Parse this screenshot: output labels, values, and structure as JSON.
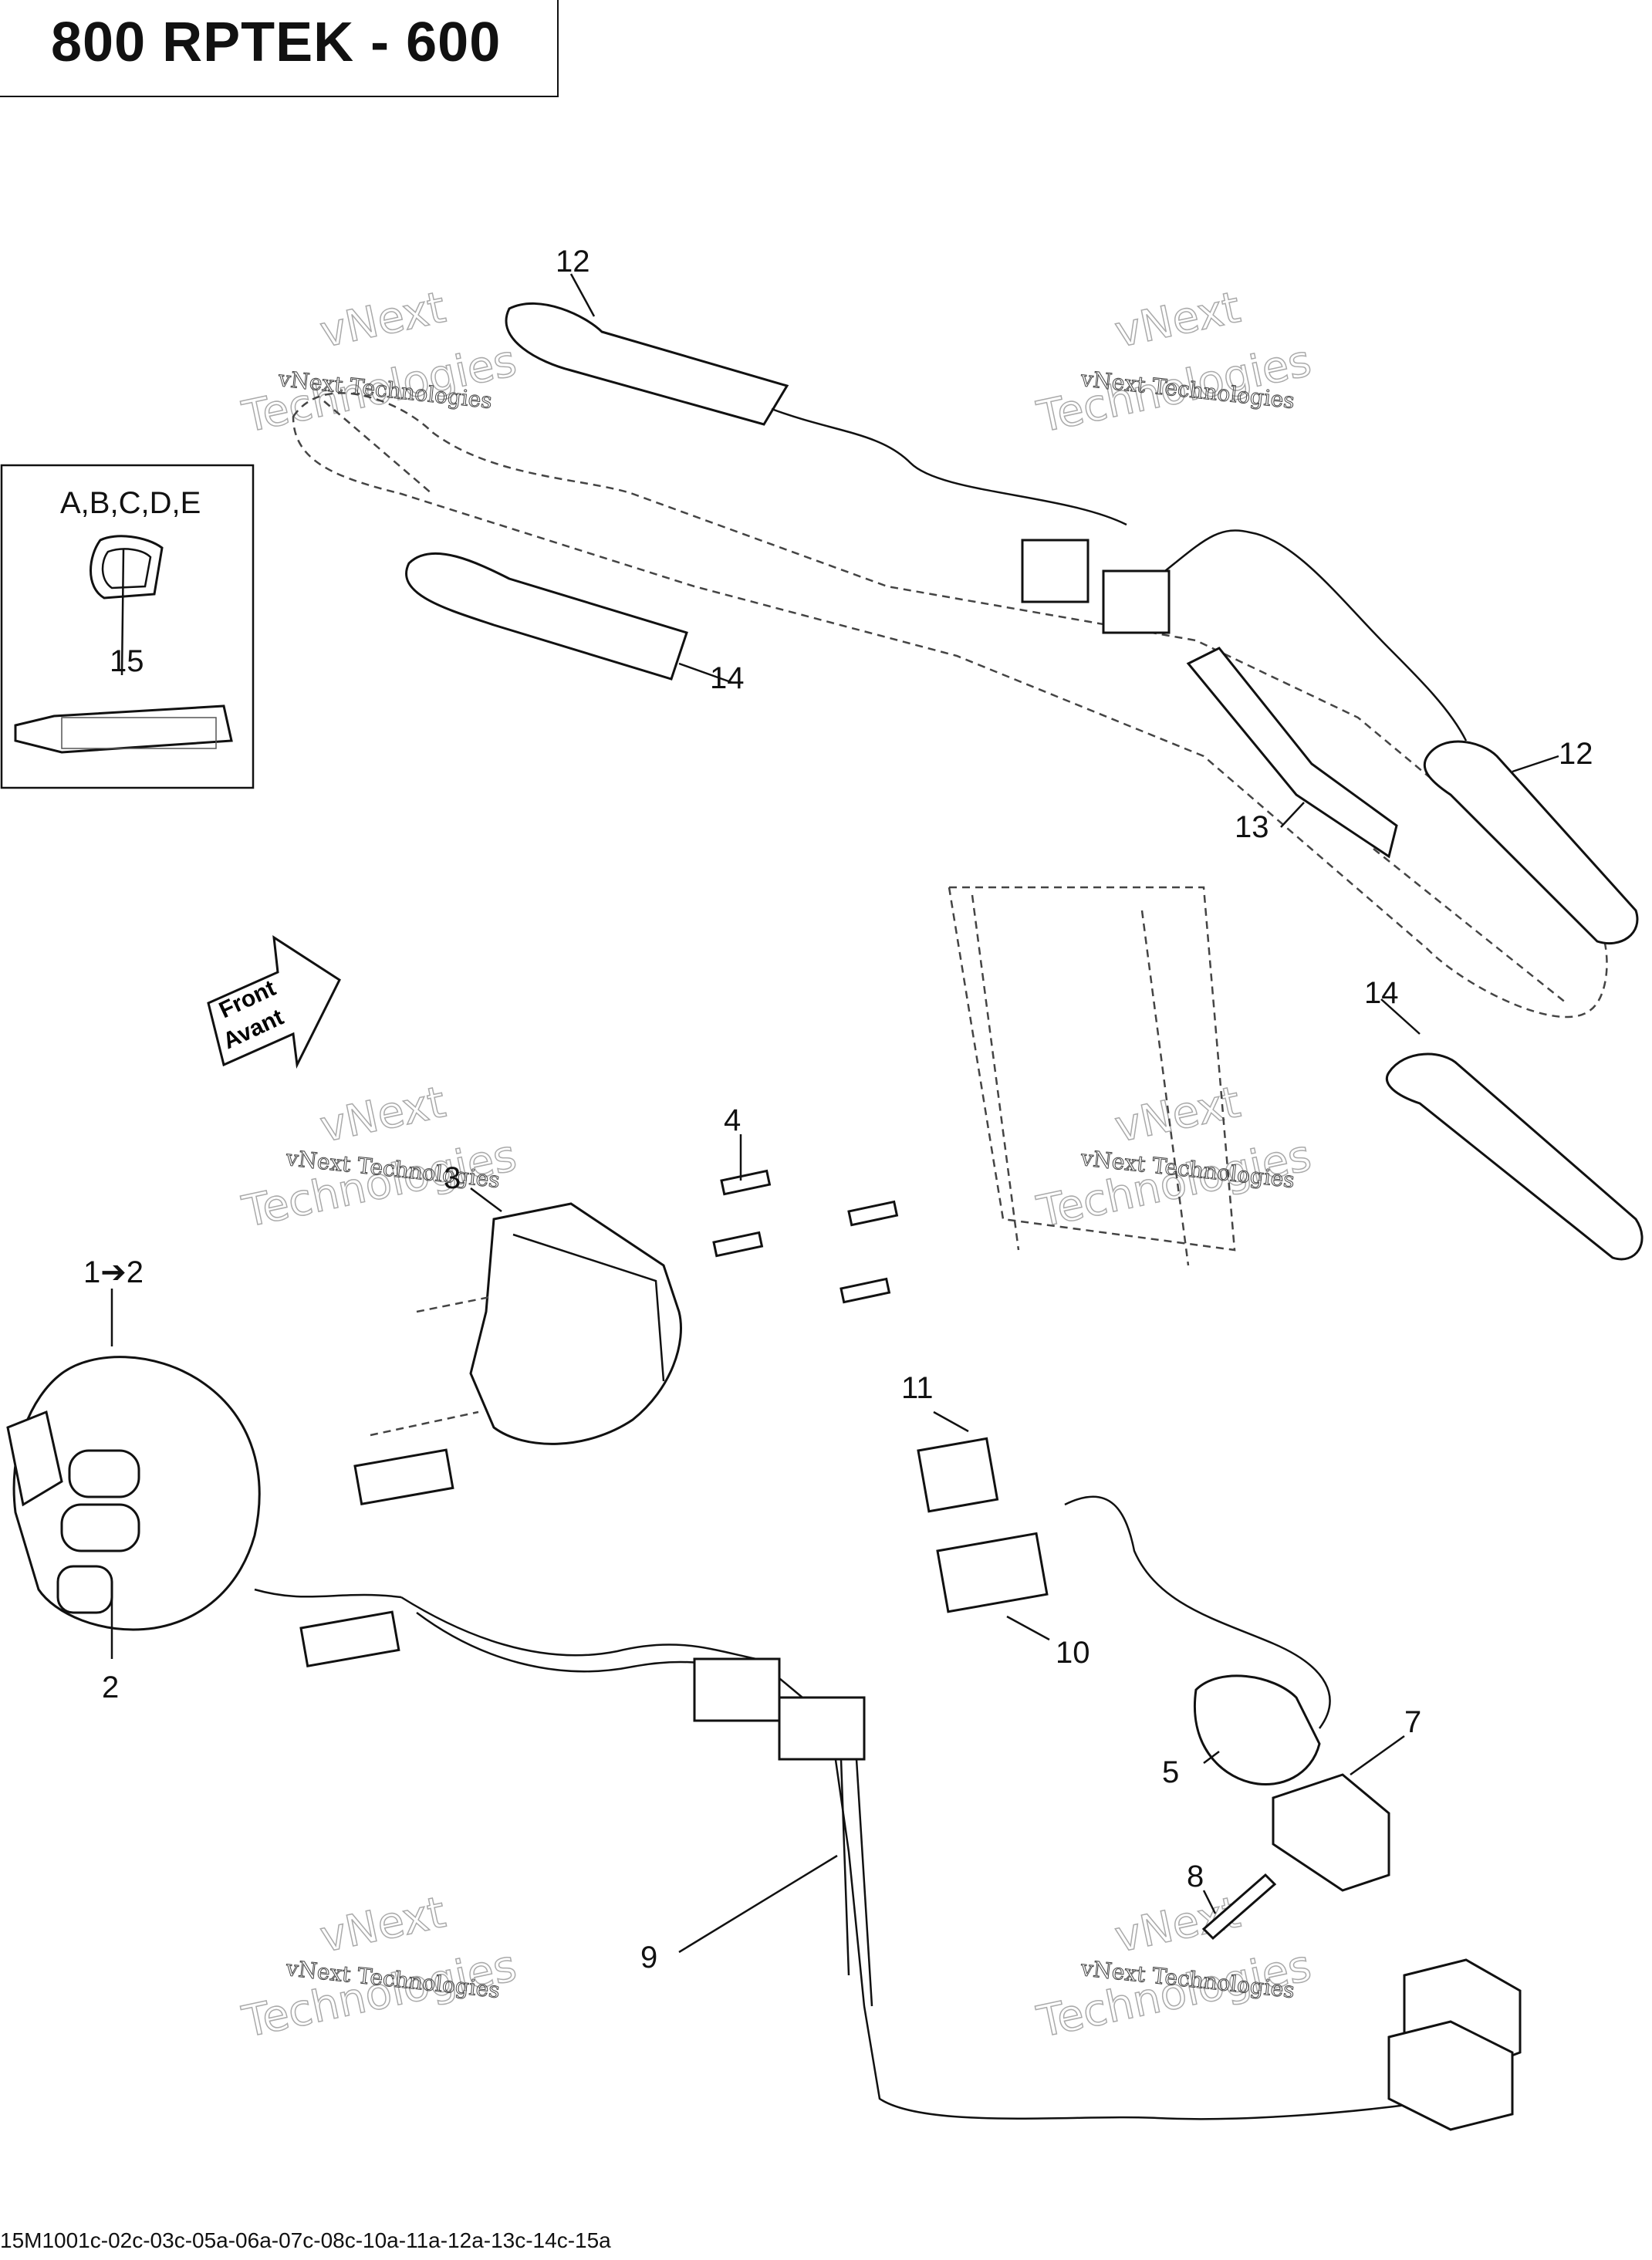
{
  "title": "800 RPTEK - 600",
  "inset_label": "A,B,C,D,E",
  "callouts": {
    "c1": "1➔2",
    "c2": "2",
    "c3": "3",
    "c4": "4",
    "c5": "5",
    "c7": "7",
    "c8": "8",
    "c9": "9",
    "c10": "10",
    "c11": "11",
    "c12a": "12",
    "c12b": "12",
    "c13": "13",
    "c14a": "14",
    "c14b": "14",
    "c15": "15"
  },
  "direction_arrow": {
    "line1": "Front",
    "line2": "Avant"
  },
  "watermark": {
    "small": "vNext Technologies",
    "big1": "vNext",
    "big2": "Technologies"
  },
  "footer_code": "15M1001c-02c-03c-05a-06a-07c-08c-10a-11a-12a-13c-14c-15a"
}
